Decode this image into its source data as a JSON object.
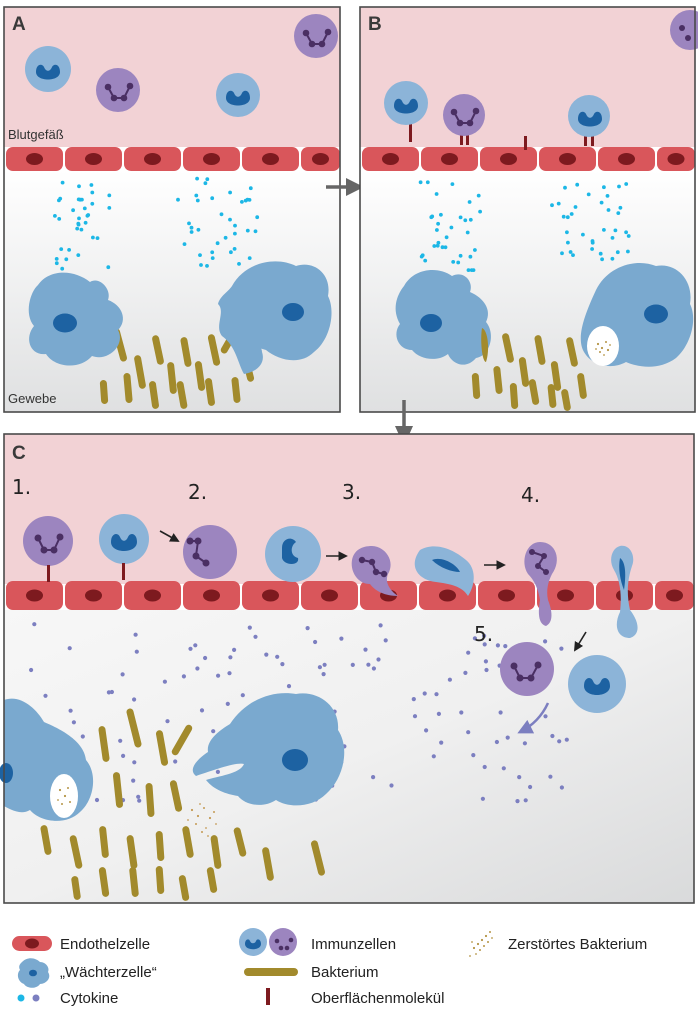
{
  "panels": {
    "a": {
      "letter": "A",
      "vessel_label": "Blutgefäß",
      "tissue_label": "Gewebe"
    },
    "b": {
      "letter": "B"
    },
    "c": {
      "letter": "C",
      "steps": [
        "1.",
        "2.",
        "3.",
        "4.",
        "5."
      ]
    }
  },
  "legend": {
    "endothelial": "Endothelzelle",
    "sentinel": "„Wächterzelle“",
    "cytokines": "Cytokine",
    "immune": "Immunzellen",
    "bacterium": "Bakterium",
    "surface_molecule": "Oberflächenmolekül",
    "destroyed_bacterium": "Zerstörtes Bakterium"
  },
  "colors": {
    "vessel_background": "#f2d2d5",
    "endothelial_cell": "#d9565b",
    "endothelial_nucleus": "#7d1a1f",
    "sentinel_cell": "#7aa9cf",
    "sentinel_nucleus": "#1d62a2",
    "immune_blue": "#8cb4d8",
    "immune_purple": "#9c85bf",
    "cytokine_cyan": "#1cb7e6",
    "cytokine_purple": "#7c7fc0",
    "bacterium": "#a28a2c",
    "surface_molecule": "#7d1a1f",
    "arrow_gray": "#666666"
  },
  "icons": [
    "arrow-right-icon",
    "arrow-down-icon",
    "migration-arrow-icon"
  ]
}
